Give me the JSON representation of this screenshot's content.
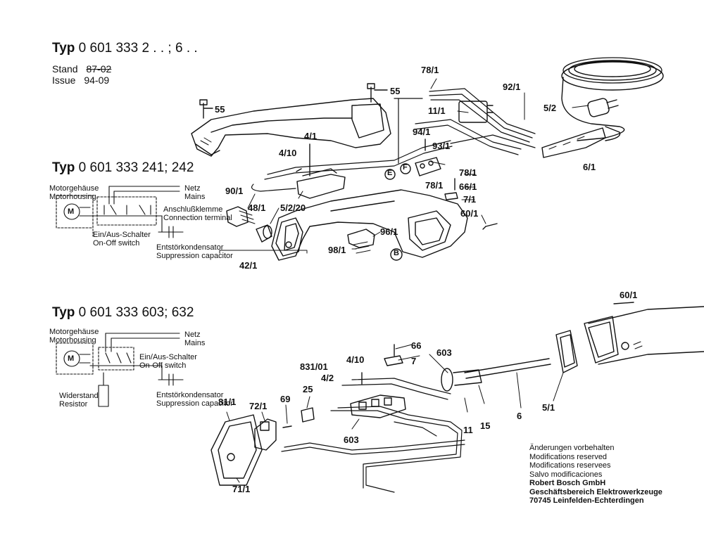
{
  "header": {
    "typ_word": "Typ",
    "typ_number": "0 601 333 2 . . ; 6 . .",
    "stand_label": "Stand",
    "stand_value": "87-02",
    "issue_label": "Issue",
    "issue_value": "94-09"
  },
  "section1": {
    "typ_word": "Typ",
    "typ_number": "0 601 333 241; 242",
    "wiring": {
      "motor_de": "Motorgehäuse",
      "motor_en": "Motorhousing",
      "mains_de": "Netz",
      "mains_en": "Mains",
      "terminal_de": "Anschlußklemme",
      "terminal_en": "Connection terminal",
      "switch_de": "Ein/Aus-Schalter",
      "switch_en": "On-Off switch",
      "capacitor_de": "Entstörkondensator",
      "capacitor_en": "Suppression capacitor",
      "motor_symbol": "M"
    }
  },
  "section2": {
    "typ_word": "Typ",
    "typ_number": "0 601 333 603; 632",
    "wiring": {
      "motor_de": "Motorgehäuse",
      "motor_en": "Motorhousing",
      "mains_de": "Netz",
      "mains_en": "Mains",
      "switch_de": "Ein/Aus-Schalter",
      "switch_en": "On-Off switch",
      "resistor_de": "Widerstand",
      "resistor_en": "Resistor",
      "capacitor_de": "Entstörkondensator",
      "capacitor_en": "Suppression capacitor",
      "motor_symbol": "M"
    }
  },
  "parts_top": {
    "p55a": "55",
    "p55b": "55",
    "p78_1a": "78/1",
    "p92_1": "92/1",
    "p11_1": "11/1",
    "p5_2": "5/2",
    "p94_1": "94/1",
    "p93_1": "93/1",
    "p4_1": "4/1",
    "p4_10": "4/10",
    "pE": "E",
    "pF": "F",
    "p78_1b": "78/1",
    "p78_1c": "78/1",
    "p66_1": "66/1",
    "p7_1": "7/1",
    "p6_1": "6/1",
    "p90_1": "90/1",
    "p48_1": "48/1",
    "p5_2_20": "5/2/20",
    "p60_1": "60/1",
    "p96_1": "96/1",
    "p98_1": "98/1",
    "pB": "B",
    "p42_1": "42/1"
  },
  "parts_bottom": {
    "p60_1": "60/1",
    "p66": "66",
    "p7": "7",
    "p603a": "603",
    "p831_01": "831/01",
    "p4_10": "4/10",
    "p4_2": "4/2",
    "p25": "25",
    "p69": "69",
    "p81_1": "81/1",
    "p72_1": "72/1",
    "p603b": "603",
    "p11": "11",
    "p15": "15",
    "p6": "6",
    "p5_1": "5/1",
    "p71_1": "71/1"
  },
  "footer": {
    "line1": "Änderungen vorbehalten",
    "line2": "Modifications reserved",
    "line3": "Modifications reservees",
    "line4": "Salvo modificaciones",
    "company": "Robert Bosch GmbH",
    "division": "Geschäftsbereich Elektrowerkzeuge",
    "address": "70745 Leinfelden-Echterdingen"
  }
}
